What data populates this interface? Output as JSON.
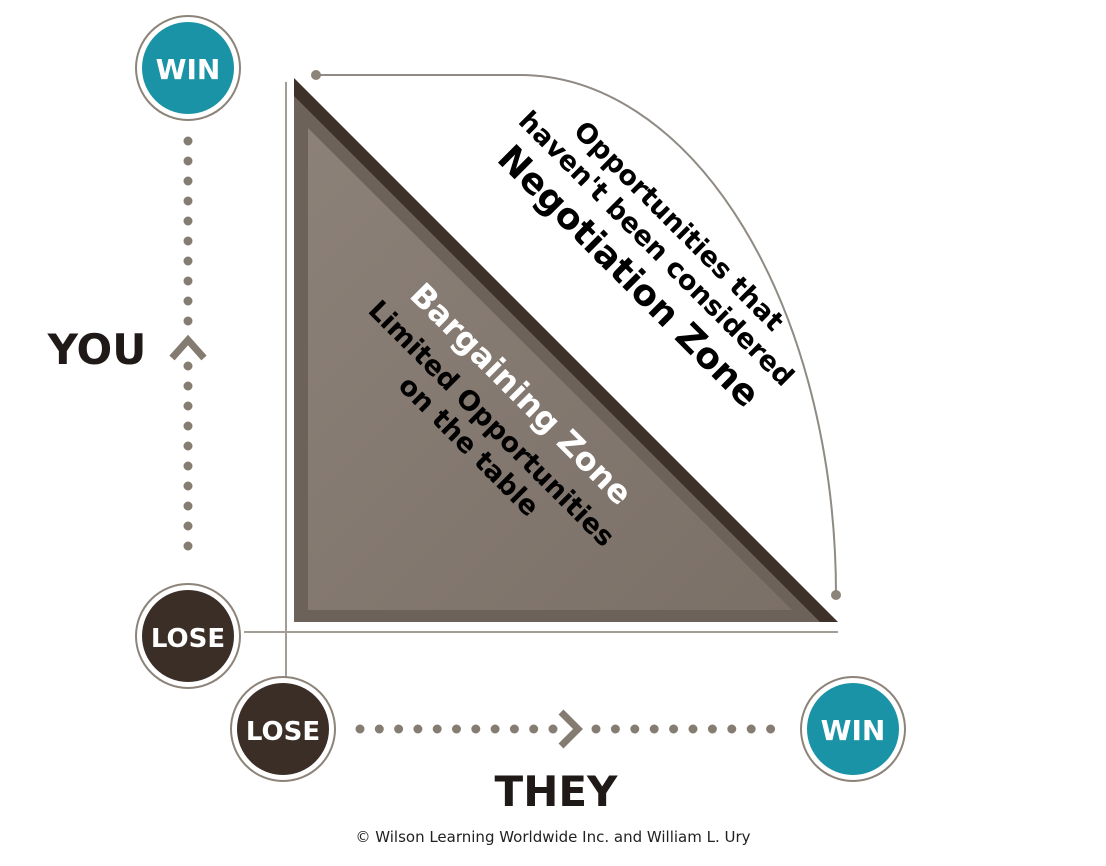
{
  "diagram": {
    "title": "Negotiation Zone vs Bargaining Zone",
    "y_axis": {
      "label": "YOU",
      "top_node": {
        "label": "WIN",
        "color": "#1a93a6"
      },
      "bottom_node": {
        "label": "LOSE",
        "color": "#3a2e26"
      }
    },
    "x_axis": {
      "label": "THEY",
      "left_node": {
        "label": "LOSE",
        "color": "#3a2e26"
      },
      "right_node": {
        "label": "WIN",
        "color": "#1a93a6"
      }
    },
    "negotiation_zone": {
      "title": "Negotiation Zone",
      "line1": "Opportunities that",
      "line2": "haven't been considered"
    },
    "bargaining_zone": {
      "title": "Bargaining Zone",
      "line1": "Limited Opportunities",
      "line2": "on the table",
      "fill_color": "#857a70",
      "edge_color": "#3d3129"
    },
    "colors": {
      "dot": "#867d72",
      "axis_line": "#a09a94",
      "ring": "#8c8379",
      "label_dark": "#1f1a17"
    },
    "copyright": "© Wilson Learning Worldwide Inc. and William L. Ury"
  }
}
